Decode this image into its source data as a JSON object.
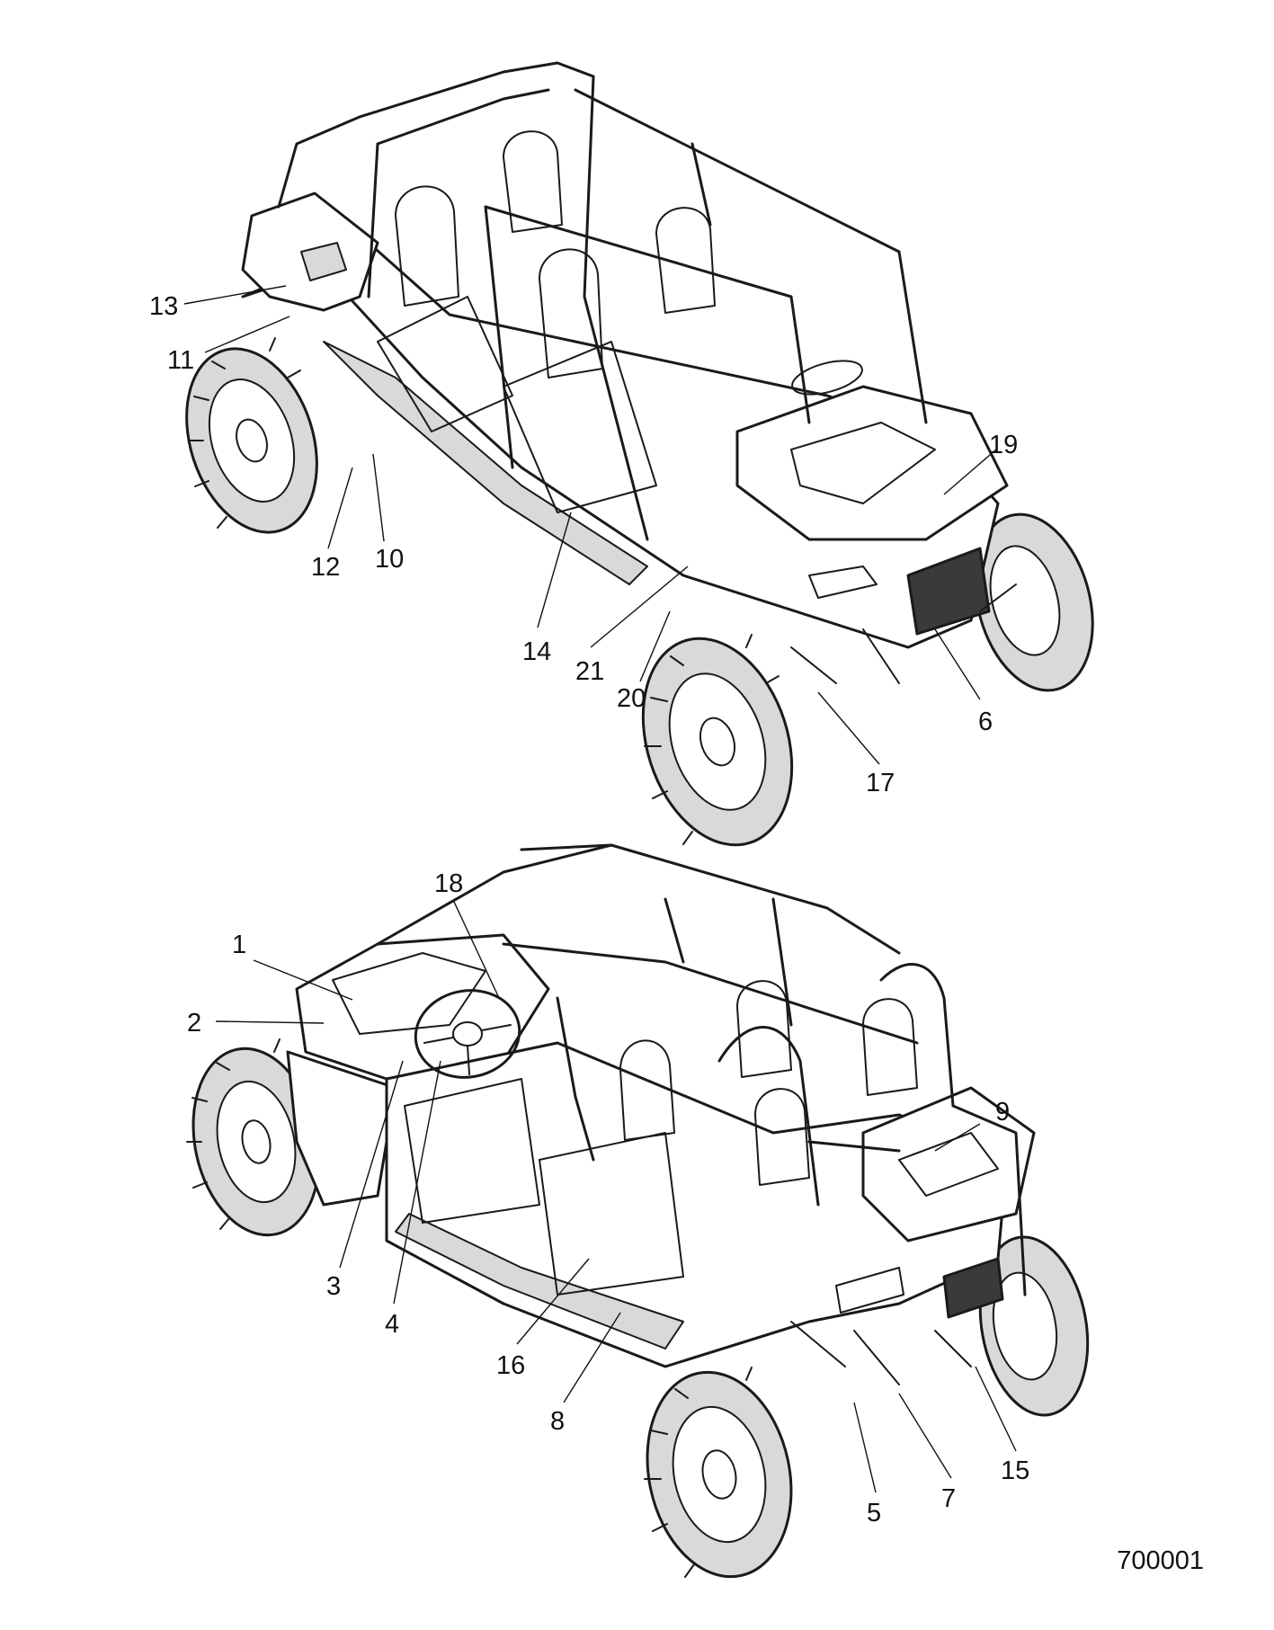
{
  "upper_view": {
    "callouts": [
      "13",
      "11",
      "12",
      "10",
      "14",
      "21",
      "20",
      "19",
      "6",
      "17"
    ]
  },
  "lower_view": {
    "callouts": [
      "18",
      "1",
      "2",
      "3",
      "4",
      "16",
      "8",
      "9",
      "5",
      "7",
      "15"
    ]
  },
  "reference_number": "700001"
}
